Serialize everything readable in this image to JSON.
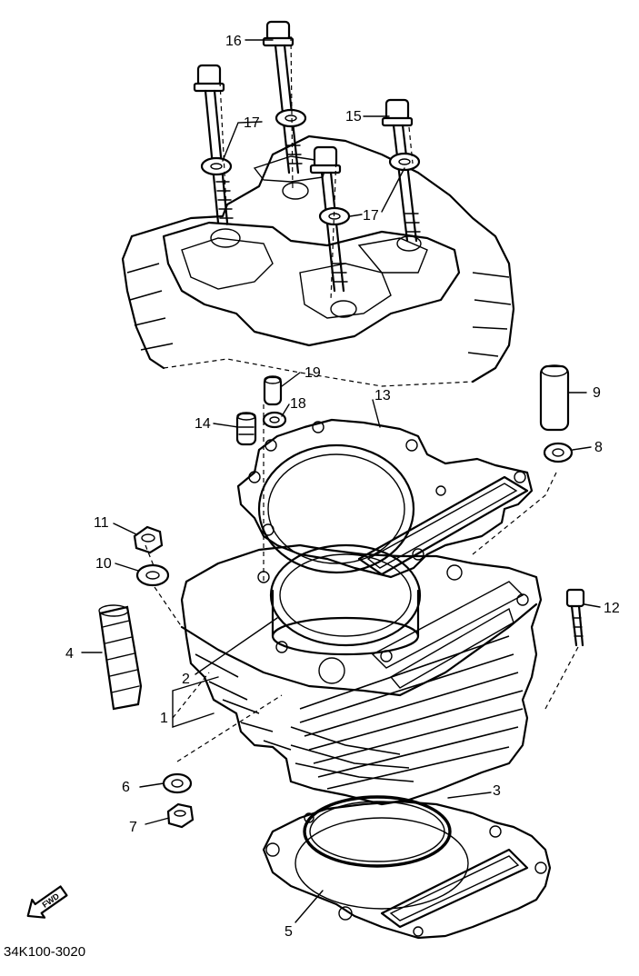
{
  "diagram": {
    "part_numbers": [
      "1",
      "2",
      "3",
      "4",
      "5",
      "6",
      "7",
      "8",
      "9",
      "10",
      "11",
      "12",
      "13",
      "14",
      "15",
      "16",
      "17",
      "17",
      "18",
      "19"
    ],
    "forward_arrow_label": "FWD",
    "figure_code": "34K100-3020"
  }
}
